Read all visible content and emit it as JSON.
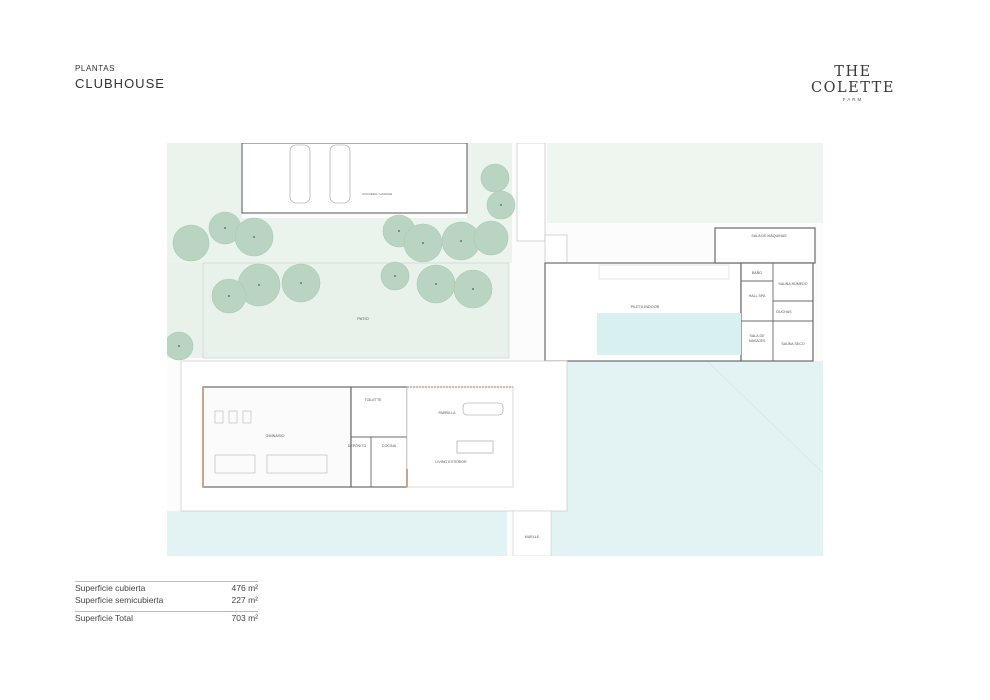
{
  "header": {
    "kicker": "PLANTAS",
    "title": "CLUBHOUSE"
  },
  "brand": {
    "name": "THE COLETTE",
    "sub": "FARM"
  },
  "plan": {
    "room_labels": {
      "sala_maquinas": "SALA DE MÁQUINAS",
      "bano": "BAÑO",
      "sauna_humedo": "SAUNA HÚMEDO",
      "hall_spa": "HALL SPA",
      "duchas": "DUCHAS",
      "pileta_indoor": "PILETA INDOOR",
      "sala_masajes_1": "SALA DE",
      "sala_masajes_2": "MASAJES",
      "sauna_seco": "SAUNA SECO",
      "patio": "PATIO",
      "toilette": "TOILETTE",
      "parrilla": "PARRILLA",
      "gimnasio": "GIMNASIO",
      "deposito": "DEPÓSITO",
      "cocina": "COCINA",
      "living_exterior": "LIVING EXTERIOR",
      "muelle": "MUELLE",
      "parking": "COCHERA / GARAGE"
    }
  },
  "areas": {
    "rows": [
      {
        "label": "Superficie cubierta",
        "value": "476 m²"
      },
      {
        "label": "Superficie semicubierta",
        "value": "227 m²"
      }
    ],
    "total": {
      "label": "Superficie Total",
      "value": "703 m²"
    }
  },
  "colors": {
    "lawn": "#eaf3ec",
    "water": "#e3f3f3",
    "tree": "#b7d3bf",
    "wall": "#6b6b6b",
    "accent": "#c9a58a"
  }
}
